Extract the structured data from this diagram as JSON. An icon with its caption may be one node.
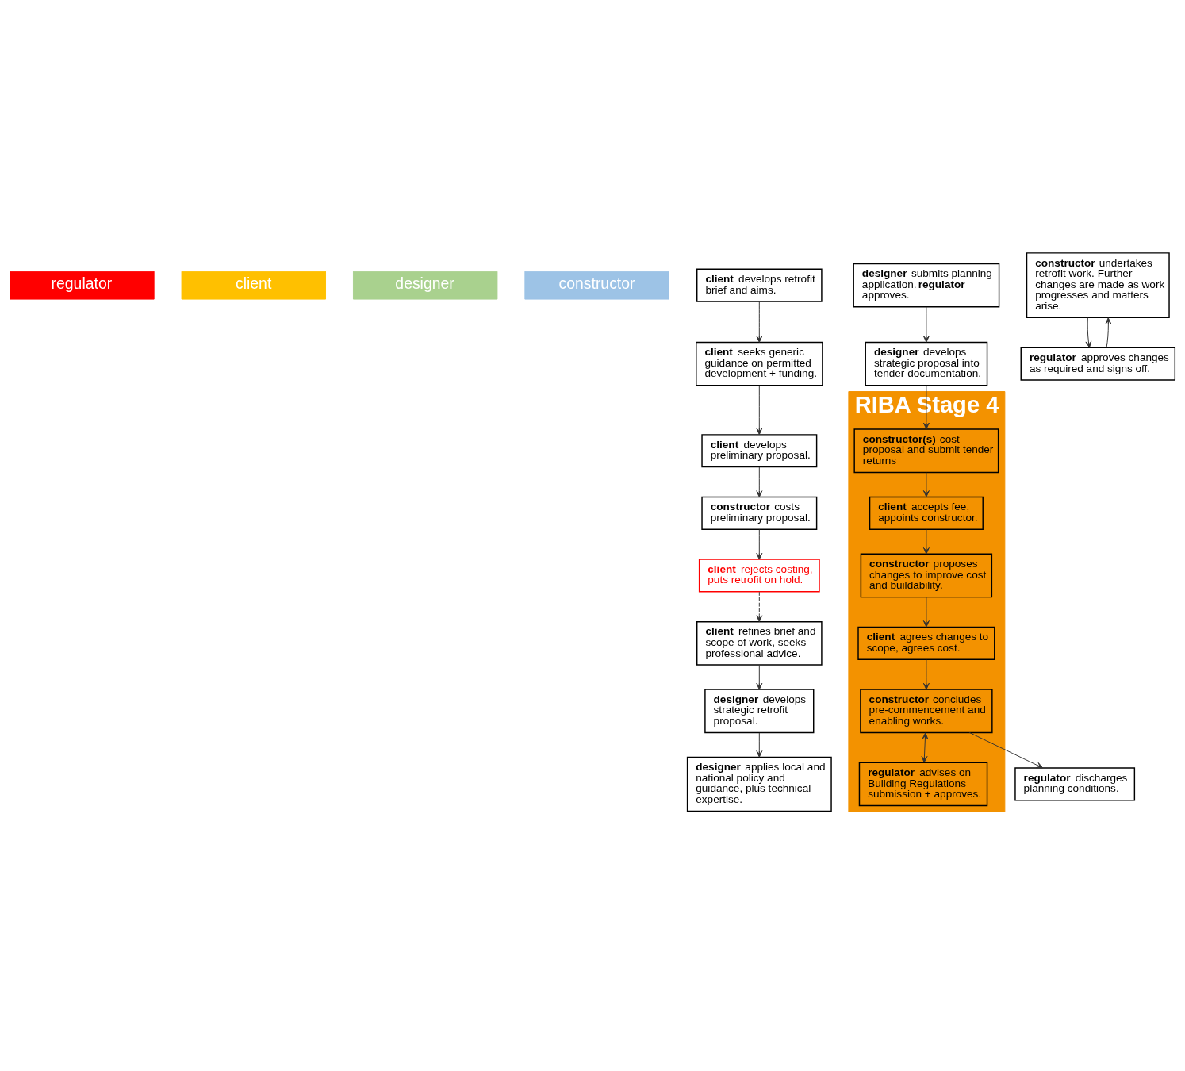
{
  "diagram": {
    "nodes": [
      {
        "text": [
          "regulator"
        ]
      },
      {
        "text": [
          "client"
        ]
      },
      {
        "text": [
          "designer"
        ]
      },
      {
        "text": [
          "constructor"
        ]
      },
      {
        "text": [
          "**client** develops retrofit brief and aims."
        ]
      },
      {
        "text": [
          "**client** seeks generic guidance on permitted development + funding."
        ]
      },
      {
        "text": [
          "**client** develops preliminary proposal."
        ]
      },
      {
        "text": [
          "**constructor** costs preliminary proposal."
        ]
      },
      {
        "text": [
          "**client** rejects costing, puts retrofit on hold."
        ]
      },
      {
        "text": [
          "**client** refines brief and scope of work, seeks professional advice."
        ]
      },
      {
        "text": [
          "**designer** applies local and national policy and guidance, plus technical expertise."
        ]
      },
      {
        "text": [
          "**designer** develops strategic retrofit proposal."
        ]
      },
      {
        "text": [
          "**designer** submits planning application. **regulator** approves."
        ]
      },
      {
        "text": [
          "**designer** develops strategic proposal into tender documentation."
        ]
      },
      {
        "text": [
          "RIBA Stage 4"
        ]
      },
      {
        "text": [
          "**constructor(s)** cost proposal and submit tender returns"
        ],
        "in": 14
      },
      {
        "text": [
          "**client** accepts fee, appoints constructor."
        ],
        "in": 14
      },
      {
        "text": [
          "**constructor** proposes changes to improve cost and buildability."
        ],
        "in": 14
      },
      {
        "text": [
          "**regulator** advises on Building Regulations submission + approves."
        ],
        "in": 14
      },
      {
        "text": [
          "**client** agrees changes to scope, agrees cost."
        ],
        "in": 14
      },
      {
        "text": [
          "**constructor** concludes pre-commencement and enabling works."
        ],
        "in": 14
      },
      {
        "text": [
          "**regulator** discharges planning conditions."
        ]
      },
      {
        "text": [
          "**constructor** undertakes retrofit work. Further changes are made as work progresses and matters arise."
        ]
      },
      {
        "text": [
          "**regulator** approves changes as required and signs off."
        ]
      }
    ],
    "edges": [
      {
        "from": 4,
        "to": 5,
        "arrow": "to"
      },
      {
        "from": 5,
        "to": 6,
        "arrow": "to"
      },
      {
        "from": 6,
        "to": 7,
        "arrow": "to"
      },
      {
        "from": 7,
        "to": 8,
        "arrow": "to"
      },
      {
        "from": 8,
        "to": 9,
        "arrow": "to",
        "style": "dashed"
      },
      {
        "from": 9,
        "to": 11,
        "arrow": "to"
      },
      {
        "from": 11,
        "to": 10,
        "arrow": "to"
      },
      {
        "from": 12,
        "to": 13,
        "arrow": "to"
      },
      {
        "from": 13,
        "to": 15,
        "arrow": "to"
      },
      {
        "from": 15,
        "to": 16,
        "arrow": "to"
      },
      {
        "from": 16,
        "to": 17,
        "arrow": "to"
      },
      {
        "from": 17,
        "to": 19,
        "arrow": "to"
      },
      {
        "from": 19,
        "to": 20,
        "arrow": "to"
      },
      {
        "from": 20,
        "to": 18,
        "arrow": "both"
      },
      {
        "from": 20,
        "to": 21,
        "arrow": "to"
      },
      {
        "from": 22,
        "to": 23,
        "arrow": "to"
      },
      {
        "from": 23,
        "to": 22,
        "arrow": "to"
      }
    ]
  }
}
